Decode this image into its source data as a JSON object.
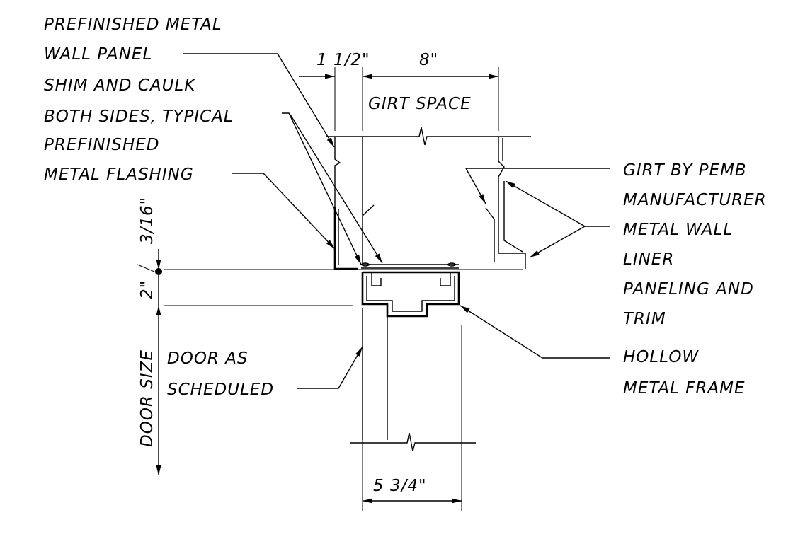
{
  "labels": {
    "wall_panel_1": "PREFINISHED METAL",
    "wall_panel_2": "WALL PANEL",
    "shim_1": "SHIM AND CAULK",
    "shim_2": "BOTH SIDES, TYPICAL",
    "flashing_1": "PREFINISHED",
    "flashing_2": "METAL FLASHING",
    "girt_1": "GIRT BY PEMB",
    "girt_2": "MANUFACTURER",
    "liner_1": "METAL WALL",
    "liner_2": "LINER",
    "liner_3": "PANELING AND",
    "liner_4": "TRIM",
    "frame_1": "HOLLOW",
    "frame_2": "METAL FRAME",
    "door_1": "DOOR AS",
    "door_2": "SCHEDULED",
    "girt_space": "GIRT SPACE"
  },
  "dimensions": {
    "panel": "1 1/2\"",
    "girt": "8\"",
    "gap": "3/16\"",
    "head": "2\"",
    "door_size": "DOOR SIZE",
    "frame_depth": "5 3/4\""
  }
}
